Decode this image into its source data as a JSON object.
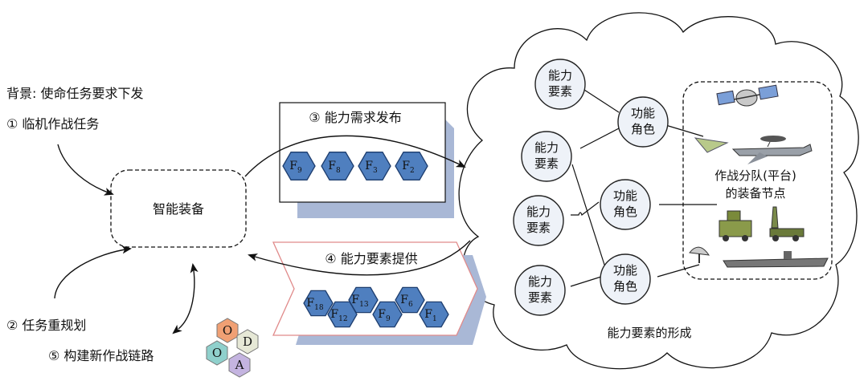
{
  "left": {
    "background": "背景: 使命任务要求下发",
    "item1": "① 临机作战任务",
    "item2": "② 任务重规划",
    "item5": "⑤ 构建新作战链路"
  },
  "smart_equipment": "智能装备",
  "release": {
    "title": "③ 能力需求发布",
    "hexes": [
      {
        "letter": "F",
        "sub": "9"
      },
      {
        "letter": "F",
        "sub": "8"
      },
      {
        "letter": "F",
        "sub": "3"
      },
      {
        "letter": "F",
        "sub": "2"
      }
    ]
  },
  "provide": {
    "title": "④ 能力要素提供",
    "hexes": [
      {
        "letter": "F",
        "sub": "18"
      },
      {
        "letter": "F",
        "sub": "12"
      },
      {
        "letter": "F",
        "sub": "13"
      },
      {
        "letter": "F",
        "sub": "9"
      },
      {
        "letter": "F",
        "sub": "6"
      },
      {
        "letter": "F",
        "sub": "1"
      }
    ]
  },
  "ooda": {
    "o1": "O",
    "d": "D",
    "o2": "O",
    "a": "A"
  },
  "cloud": {
    "element_label_l1": "能力",
    "element_label_l2": "要素",
    "role_label_l1": "功能",
    "role_label_l2": "角色",
    "platform_l1": "作战分队(平台)",
    "platform_l2": "的装备节点",
    "caption": "能力要素的形成"
  },
  "colors": {
    "hex_fill": "#4f7fbf",
    "shadow": "#a9b8d6",
    "arrow_outline": "#e08a8a",
    "ooda_o1": "#f0a074",
    "ooda_d": "#e6e8d6",
    "ooda_o2": "#8fd0cc",
    "ooda_a": "#c4b4e0"
  }
}
